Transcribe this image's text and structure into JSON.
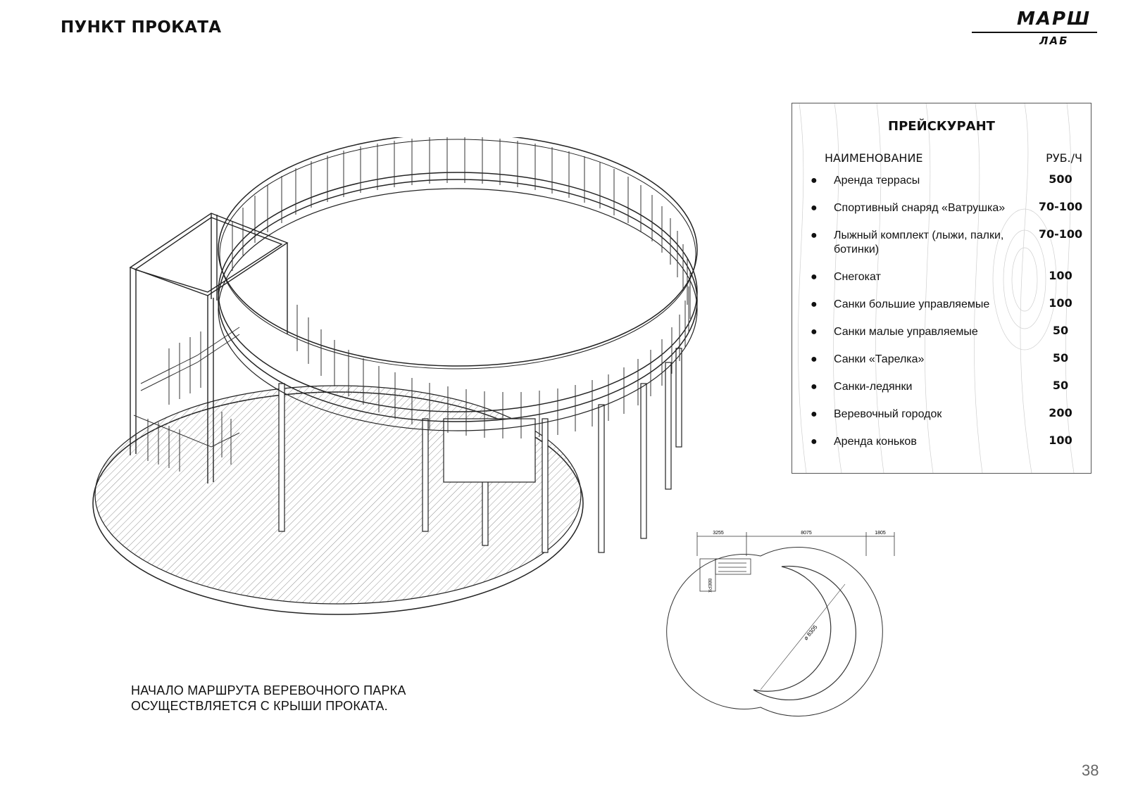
{
  "header": {
    "title": "ПУНКТ ПРОКАТА"
  },
  "logo": {
    "top": "МАРШ",
    "bottom": "ЛАБ"
  },
  "price_list": {
    "title": "ПРЕЙСКУРАНТ",
    "col_name": "НАИМЕНОВАНИЕ",
    "col_price": "РУБ./Ч",
    "bullet": "●",
    "items": [
      {
        "name": "Аренда террасы",
        "price": "500"
      },
      {
        "name": "Спортивный снаряд «Ватрушка»",
        "price": "70-100"
      },
      {
        "name": "Лыжный комплект (лыжи, палки, ботинки)",
        "price": "70-100"
      },
      {
        "name": "Снегокат",
        "price": "100"
      },
      {
        "name": "Санки большие управляемые",
        "price": "100"
      },
      {
        "name": "Санки малые управляемые",
        "price": "50"
      },
      {
        "name": "Санки «Тарелка»",
        "price": "50"
      },
      {
        "name": "Санки-ледянки",
        "price": "50"
      },
      {
        "name": "Веревочный городок",
        "price": "200"
      },
      {
        "name": "Аренда коньков",
        "price": "100"
      }
    ]
  },
  "caption": {
    "line1": "НАЧАЛО МАРШРУТА ВЕРЕВОЧНОГО ПАРКА",
    "line2": "ОСУЩЕСТВЛЯЕТСЯ С КРЫШИ ПРОКАТА."
  },
  "plan": {
    "dim1": "3255",
    "dim2": "8075",
    "dim3": "1805",
    "diameter": "⌀ 8305",
    "stair_label": "ВВЕРХ"
  },
  "page_number": "38"
}
